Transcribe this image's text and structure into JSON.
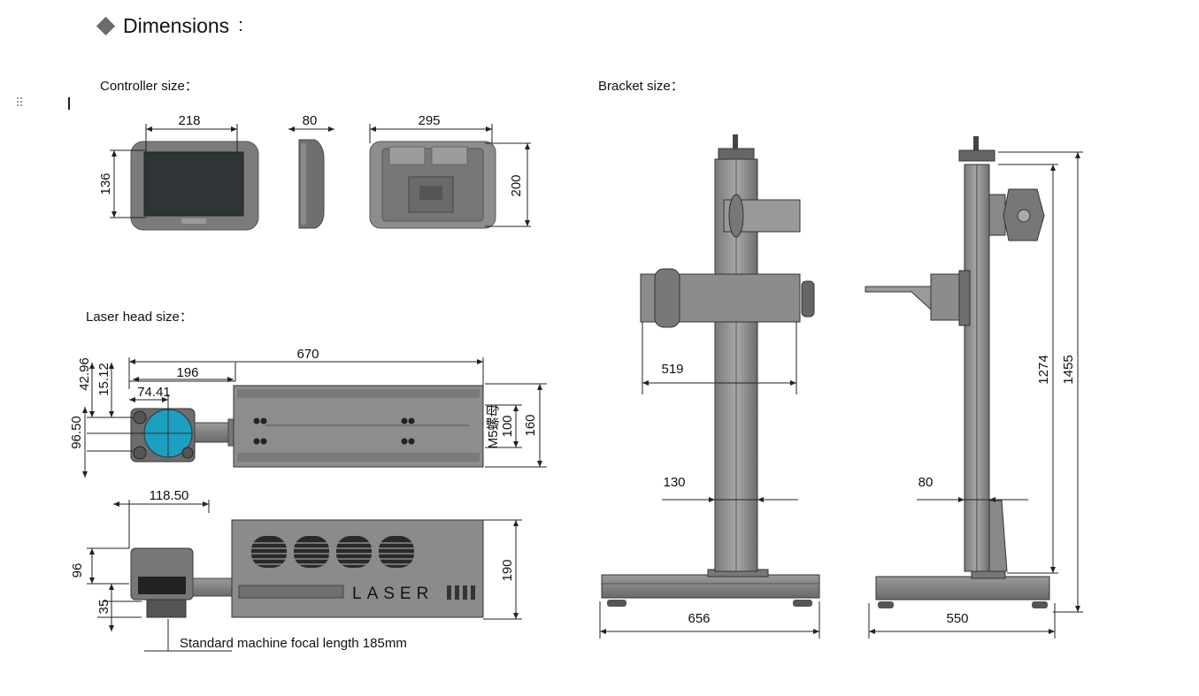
{
  "page": {
    "title": "Dimensions",
    "title_suffix": ":",
    "accent_color": "#6b6b6b"
  },
  "controller": {
    "label": "Controller size：",
    "dims": {
      "front_width": "218",
      "front_height": "136",
      "side_depth": "80",
      "back_width": "295",
      "back_height": "200"
    }
  },
  "laser_head": {
    "label": "Laser head size：",
    "dims": {
      "total_length": "670",
      "head_length": "196",
      "lens_offset": "74.41",
      "offset_a": "42.96",
      "offset_b": "15.12",
      "lens_height": "96.50",
      "mount_screw": "M5螺母",
      "inner_height": "100",
      "body_height": "160",
      "head_width": "118.50",
      "head_height": "96",
      "lens_drop": "35",
      "body_side_height": "190"
    },
    "side_text": "LASER",
    "focal_note": "Standard machine focal length 185mm"
  },
  "bracket": {
    "label": "Bracket size：",
    "dims": {
      "arm_reach": "519",
      "column_width": "130",
      "base_width": "656",
      "column_depth": "80",
      "base_depth": "550",
      "column_height": "1274",
      "total_height": "1455"
    }
  }
}
